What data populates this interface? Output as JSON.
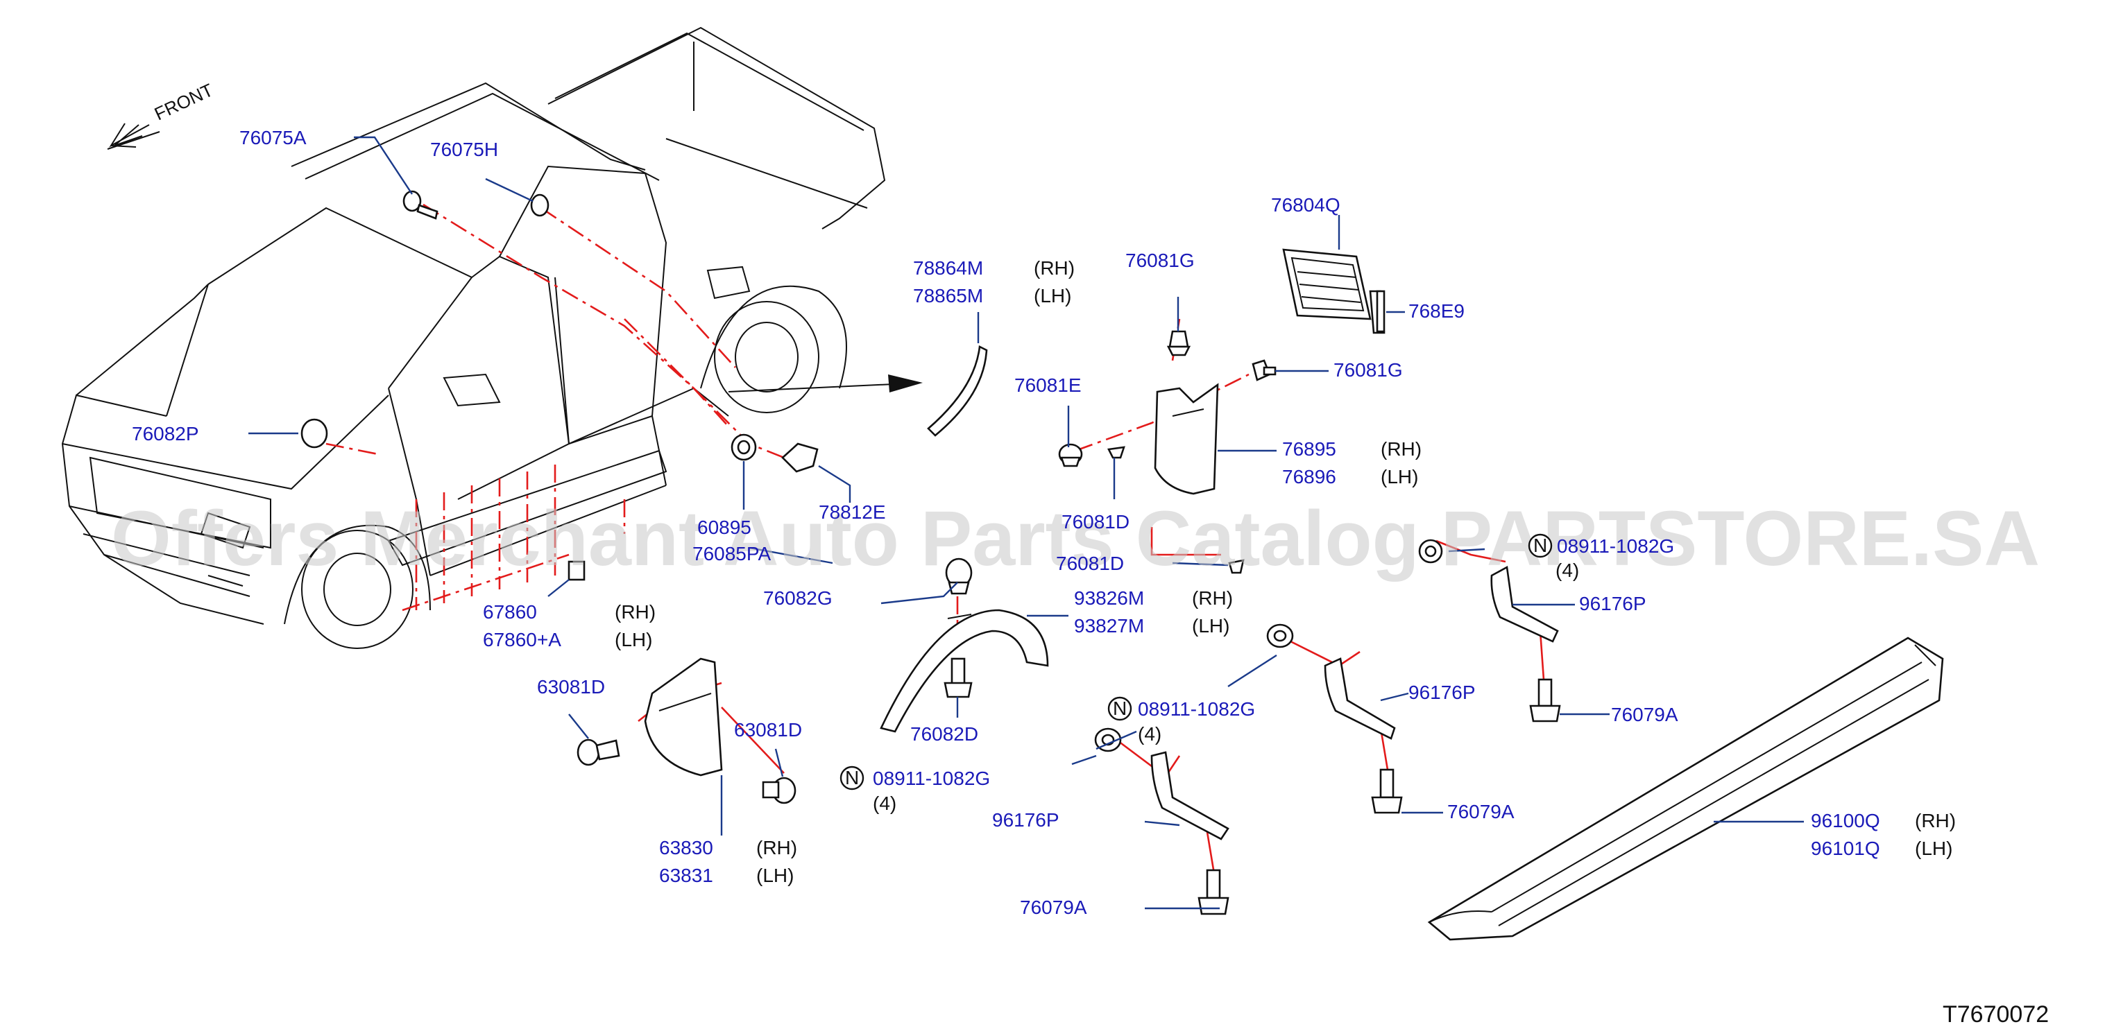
{
  "diagram": {
    "front_label": "FRONT",
    "reference_code": "T7670072",
    "watermark": "Offers Merchant Auto Parts Catalog PARTSTORE.SA",
    "parts": [
      {
        "code": "76075A"
      },
      {
        "code": "76075H"
      },
      {
        "code": "76082P"
      },
      {
        "code": "78864M",
        "side": "(RH)"
      },
      {
        "code": "78865M",
        "side": "(LH)"
      },
      {
        "code": "76804Q"
      },
      {
        "code": "768E9"
      },
      {
        "code": "76081G"
      },
      {
        "code": "76081G"
      },
      {
        "code": "76081E"
      },
      {
        "code": "76895",
        "side": "(RH)"
      },
      {
        "code": "76896",
        "side": "(LH)"
      },
      {
        "code": "60895"
      },
      {
        "code": "78812E"
      },
      {
        "code": "76085PA"
      },
      {
        "code": "76081D"
      },
      {
        "code": "76081D"
      },
      {
        "code": "08911-1082G",
        "qty": "(4)"
      },
      {
        "code": "96176P"
      },
      {
        "code": "67860",
        "side": "(RH)"
      },
      {
        "code": "67860+A",
        "side": "(LH)"
      },
      {
        "code": "76082G"
      },
      {
        "code": "93826M",
        "side": "(RH)"
      },
      {
        "code": "93827M",
        "side": "(LH)"
      },
      {
        "code": "76082D"
      },
      {
        "code": "63081D"
      },
      {
        "code": "63081D"
      },
      {
        "code": "08911-1082G",
        "qty": "(4)"
      },
      {
        "code": "96176P"
      },
      {
        "code": "76079A"
      },
      {
        "code": "76079A"
      },
      {
        "code": "08911-1082G",
        "qty": "(4)"
      },
      {
        "code": "96176P"
      },
      {
        "code": "76079A"
      },
      {
        "code": "63830",
        "side": "(RH)"
      },
      {
        "code": "63831",
        "side": "(LH)"
      },
      {
        "code": "96100Q",
        "side": "(RH)"
      },
      {
        "code": "96101Q",
        "side": "(LH)"
      }
    ],
    "colors": {
      "label": "#1a1ab8",
      "leader": "#1a3a8a",
      "centerline": "#e31b1b",
      "outline": "#111111"
    }
  }
}
